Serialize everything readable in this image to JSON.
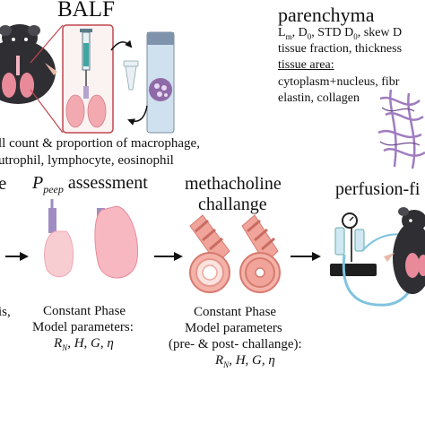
{
  "balf": {
    "title": "BALF",
    "caption_line1": "ll count & proportion of macrophage,",
    "caption_line2": "utrophil, lymphocyte, eosinophil"
  },
  "parenchyma": {
    "title": "parenchyma",
    "line1": "L",
    "line1_sub_m": "m",
    "line1_mid": ", D",
    "line1_sub_0": "0",
    "line1_mid2": ", STD D",
    "line1_sub_0b": "0",
    "line1_end": ", skew D",
    "line2": "tissue fraction, thickness",
    "line3": "tissue area:",
    "line4": "cytoplasm+nucleus, fibr",
    "line5": "elastin, collagen"
  },
  "steps": {
    "left_fragment_top": "e",
    "left_fragment_bottom": "is,",
    "ppeep_label_main": "P",
    "ppeep_label_sub": "peep",
    "ppeep_label_rest": " assessment",
    "methacholine_line1": "methacholine",
    "methacholine_line2": "challange",
    "perfusion_label": "perfusion-fi"
  },
  "constant_phase_1": {
    "line1": "Constant Phase",
    "line2": "Model parameters:",
    "params": "R",
    "params_sub": "N",
    "params_rest": ", H, G, η"
  },
  "constant_phase_2": {
    "line1": "Constant Phase",
    "line2": "Model parameters",
    "line3": "(pre- & post- challange):",
    "params": "R",
    "params_sub": "N",
    "params_rest": ", H, G, η"
  },
  "colors": {
    "lung_pink": "#f2a9b0",
    "lung_light": "#f7cdd2",
    "trachea_purple": "#a690c8",
    "airway_salmon": "#e98a7d",
    "mouse_dark": "#2f2f33",
    "tube_blue": "#7fc3e0",
    "arrow_black": "#111111"
  }
}
